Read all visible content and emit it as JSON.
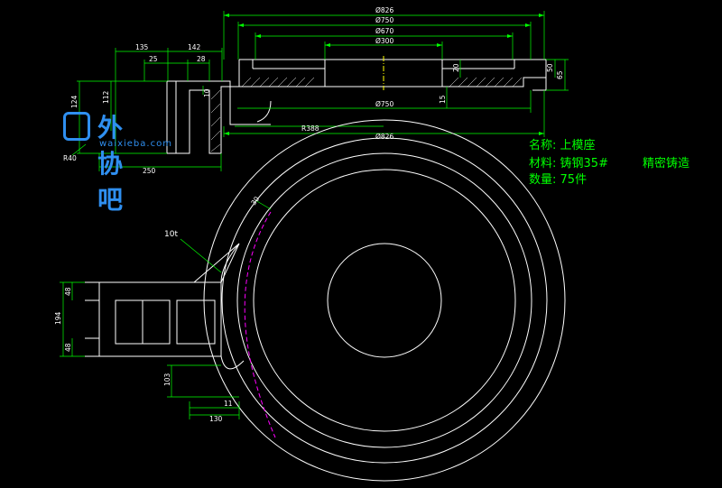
{
  "part": {
    "name_label": "名称:",
    "name_value": "上模座",
    "material_label": "材料:",
    "material_value": "铸钢35#",
    "process": "精密铸造",
    "qty_label": "数量:",
    "qty_value": "75件"
  },
  "dims_top": {
    "d826": "Ø826",
    "d750": "Ø750",
    "d670": "Ø670",
    "d300": "Ø300",
    "d750b": "Ø750",
    "d826b": "Ø826",
    "r388": "R388",
    "v50": "50",
    "v65": "65",
    "v20": "20",
    "v15": "15",
    "v135": "135",
    "v142": "142",
    "v25": "25",
    "v28": "28",
    "v10": "10",
    "v124": "124",
    "v112": "112",
    "v250": "250",
    "r40": "R40"
  },
  "dims_plan": {
    "v10t": "10t",
    "v48": "48",
    "v194": "194",
    "v48b": "48",
    "v103": "103",
    "v11": "11",
    "v130": "130",
    "v30": "30"
  },
  "watermark": {
    "title": "外协吧",
    "url": "waixieba.com"
  },
  "colors": {
    "background": "#000000",
    "geometry": "#ffffff",
    "dimension": "#00ff00",
    "centerline": "#ffff00",
    "hidden": "#ff00ff",
    "watermark": "#2f8ff0"
  }
}
